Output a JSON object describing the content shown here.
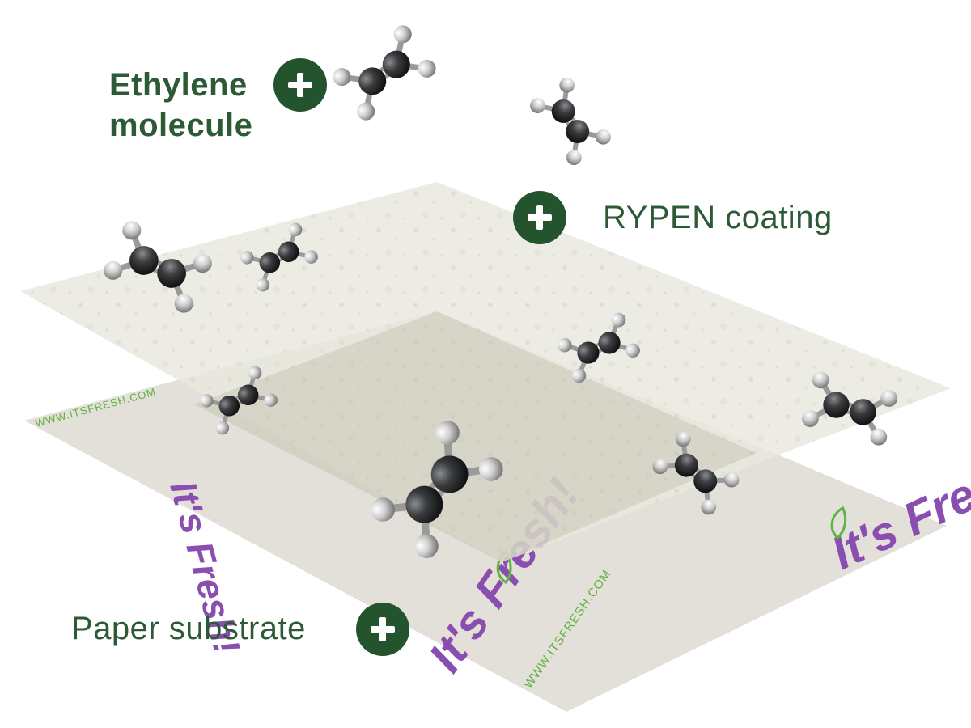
{
  "labels": {
    "ethylene": "Ethylene\nmolecule",
    "rypen": "RYPEN coating",
    "paper": "Paper substrate"
  },
  "brand": {
    "logo_text": "It's Fresh!",
    "url_text": "WWW.ITSFRESH.COM"
  },
  "icons": {
    "hotspot": "plus-icon",
    "logo_leaf": "leaf-icon",
    "molecule": "ethylene-molecule"
  },
  "colors": {
    "label_text": "#2c5a35",
    "button_fill": "#24542e",
    "brand_purple": "#8a4db0",
    "brand_green": "#5fb341",
    "coating": "#e9e8de",
    "paper": "#e2e0d8",
    "carbon": "#2b2d2f",
    "hydrogen": "#c9c9c9"
  }
}
